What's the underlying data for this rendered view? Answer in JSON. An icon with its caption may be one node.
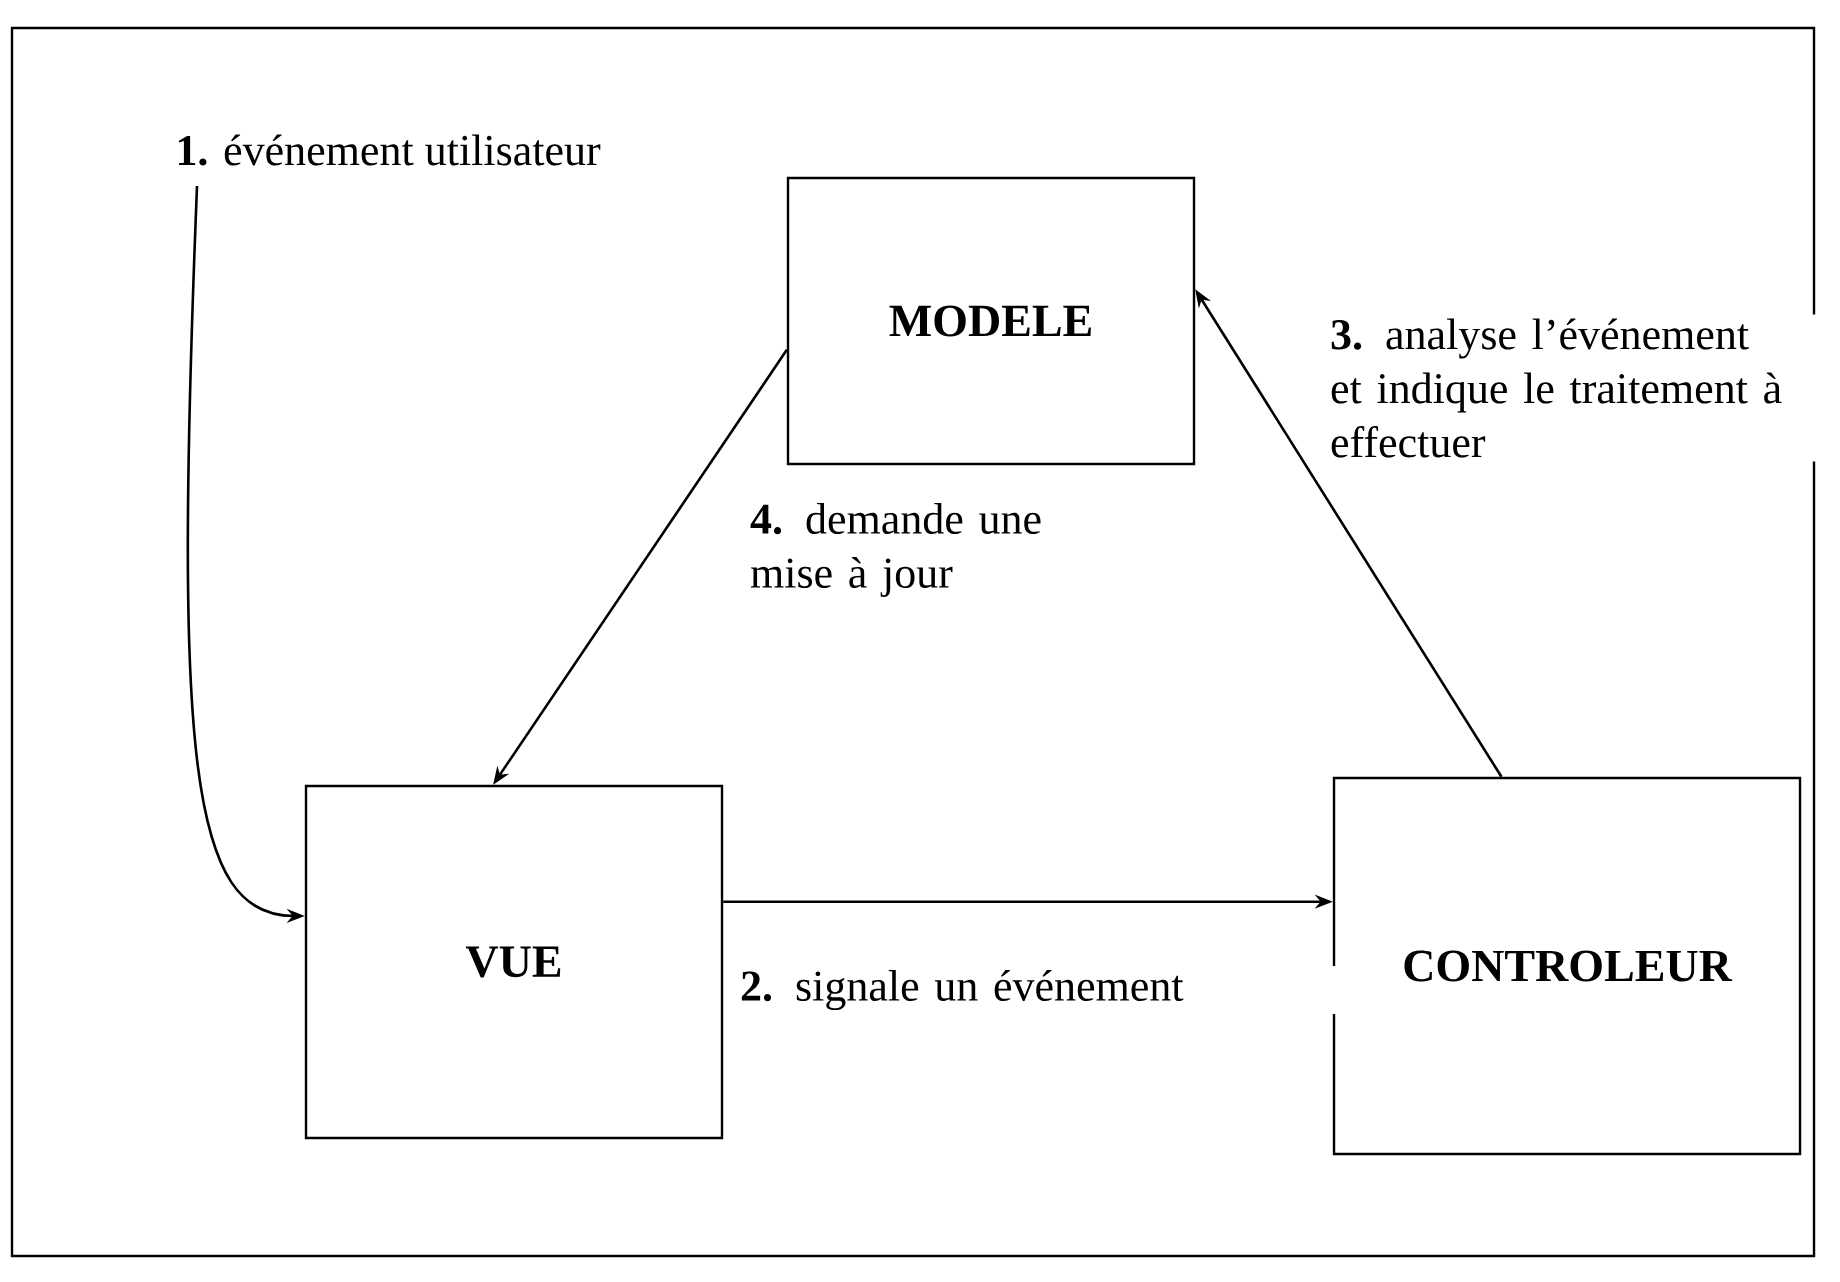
{
  "diagram": {
    "nodes": [
      {
        "text": [
          "**1.** événement utilisateur"
        ]
      },
      {
        "text": [
          "MODELE"
        ]
      },
      {
        "text": [
          "VUE"
        ]
      },
      {
        "text": [
          "CONTROLEUR"
        ]
      }
    ],
    "edges": [
      {
        "from": 0,
        "to": 2,
        "arrow": "to"
      },
      {
        "from": 2,
        "to": 3,
        "arrow": "to",
        "label": "**2.** signale un événement"
      },
      {
        "from": 3,
        "to": 1,
        "arrow": "to",
        "label": "**3.** analyse l’événement et indique le traitement à effectuer"
      },
      {
        "from": 1,
        "to": 2,
        "arrow": "to",
        "label": "**4.** demande une mise à jour"
      }
    ]
  }
}
